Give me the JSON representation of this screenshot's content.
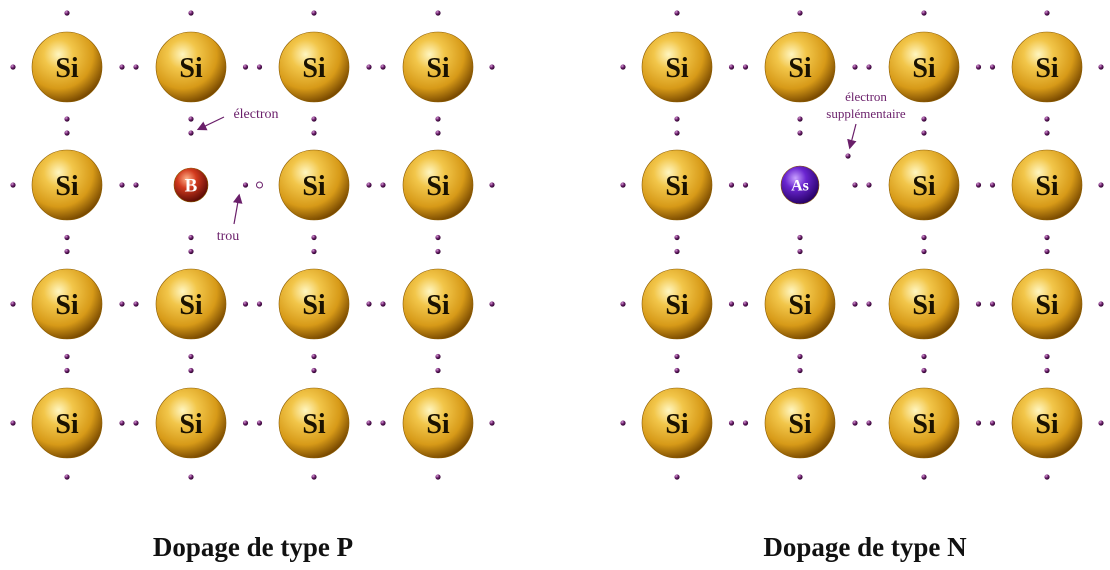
{
  "colors": {
    "silicon": "#e0a41c",
    "silicon_highlight": "#fff3b0",
    "silicon_shadow": "#6b4000",
    "boron": "#c0271a",
    "arsenic": "#5a1ab0",
    "electron": "#6a1f6a",
    "annotation": "#6a1f6a"
  },
  "atoms": {
    "silicon": "Si",
    "boron": "B",
    "arsenic": "As"
  },
  "panels": [
    {
      "id": "p",
      "caption": "Dopage de type P",
      "dopant": "boron",
      "annotations": {
        "electron": "électron",
        "hole": "trou"
      }
    },
    {
      "id": "n",
      "caption": "Dopage de type N",
      "dopant": "arsenic",
      "annotations": {
        "extra_electron_line1": "électron",
        "extra_electron_line2": "supplémentaire"
      }
    }
  ]
}
